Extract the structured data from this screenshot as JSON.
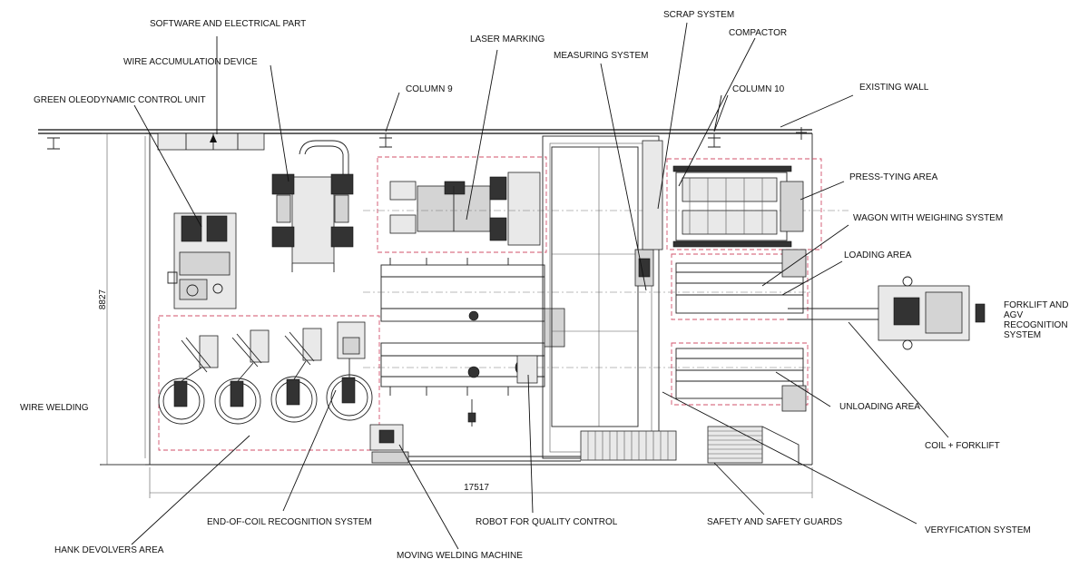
{
  "labels": {
    "software_electrical": "SOFTWARE AND ELECTRICAL PART",
    "wire_accumulation": "WIRE ACCUMULATION DEVICE",
    "green_oleodynamic": "GREEN OLEODYNAMIC CONTROL UNIT",
    "laser_marking": "LASER MARKING",
    "column_9": "COLUMN 9",
    "measuring_system": "MEASURING SYSTEM",
    "scrap_system": "SCRAP SYSTEM",
    "compactor": "COMPACTOR",
    "column_10": "COLUMN 10",
    "existing_wall": "EXISTING WALL",
    "press_tying": "PRESS-TYING AREA",
    "wagon_weighing": "WAGON WITH WEIGHING SYSTEM",
    "loading_area": "LOADING AREA",
    "forklift_agv": [
      "FORKLIFT AND",
      "AGV",
      "RECOGNITION",
      "SYSTEM"
    ],
    "wire_welding": "WIRE WELDING",
    "unloading_area": "UNLOADING AREA",
    "coil_forklift": "COIL + FORKLIFT",
    "end_of_coil": "END-OF-COIL RECOGNITION SYSTEM",
    "robot_quality": "ROBOT FOR QUALITY CONTROL",
    "safety_guards": "SAFETY AND SAFETY GUARDS",
    "verification": "VERYFICATION SYSTEM",
    "hank_devolvers": "HANK DEVOLVERS AREA",
    "moving_welding": "MOVING WELDING MACHINE"
  },
  "dimensions": {
    "width": "17517",
    "height": "8827"
  },
  "colors": {
    "line": "#222222",
    "zone_dash": "#d0506a",
    "background": "#ffffff"
  }
}
